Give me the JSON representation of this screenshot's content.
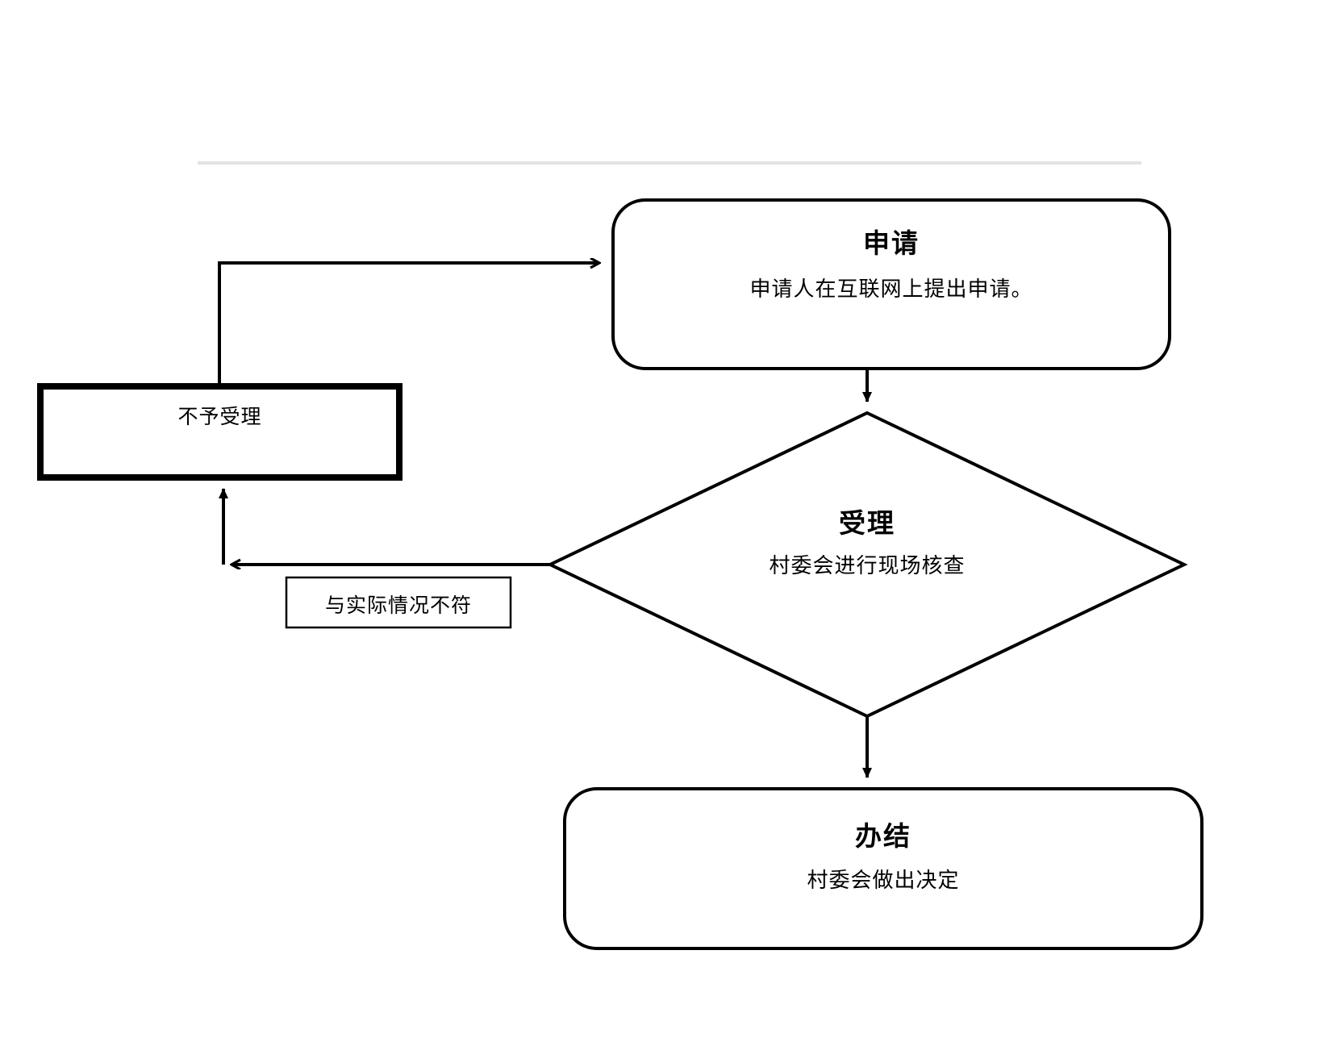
{
  "page": {
    "background_color": "#ffffff",
    "stroke_color": "#000000",
    "divider_color": "#e3e3e3"
  },
  "diagram": {
    "type": "flowchart",
    "orientation": "top-right to bottom, with left feedback loop",
    "nodes": [
      {
        "id": "apply",
        "shape": "rounded-rectangle",
        "title": "申请",
        "subtitle": "申请人在互联网上提出申请。"
      },
      {
        "id": "accept",
        "shape": "diamond",
        "title": "受理",
        "subtitle": "村委会进行现场核查"
      },
      {
        "id": "finish",
        "shape": "rounded-rectangle",
        "title": "办结",
        "subtitle": "村委会做出决定"
      },
      {
        "id": "reject",
        "shape": "rectangle-thick",
        "title": "不予受理",
        "subtitle": ""
      },
      {
        "id": "mismatch",
        "shape": "rectangle-thin",
        "title": "与实际情况不符",
        "subtitle": ""
      }
    ],
    "edges": [
      {
        "id": "apply-to-accept",
        "from": "apply",
        "to": "accept",
        "label": "",
        "arrow": "down"
      },
      {
        "id": "accept-to-finish",
        "from": "accept",
        "to": "finish",
        "label": "",
        "arrow": "down"
      },
      {
        "id": "accept-to-reject",
        "from": "accept",
        "to": "reject",
        "label": "与实际情况不符",
        "arrow": "left-then-up"
      },
      {
        "id": "reject-to-apply",
        "from": "reject",
        "to": "apply",
        "label": "",
        "arrow": "up-then-right"
      }
    ]
  }
}
